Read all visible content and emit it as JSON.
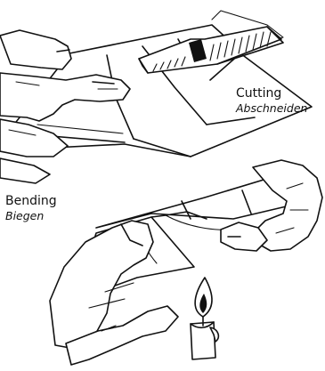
{
  "figure": {
    "cutting_label": "Cutting",
    "cutting_label_de": "Abschneiden",
    "bending_label": "Bending",
    "bending_label_de": "Biegen",
    "icons": [
      "hand-icon",
      "knife-icon",
      "panel-icon",
      "candle-icon",
      "flame-icon"
    ]
  }
}
